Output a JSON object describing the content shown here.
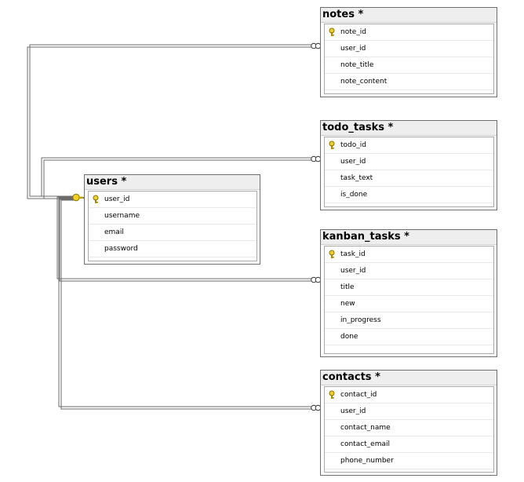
{
  "colors": {
    "line": "#6b6b6b",
    "header_bg": "#eeeeee",
    "key_icon": "#c8a100"
  },
  "tables": {
    "notes": {
      "title": "notes *",
      "columns": [
        {
          "name": "note_id",
          "key": true
        },
        {
          "name": "user_id",
          "key": false
        },
        {
          "name": "note_title",
          "key": false
        },
        {
          "name": "note_content",
          "key": false
        }
      ]
    },
    "todo_tasks": {
      "title": "todo_tasks *",
      "columns": [
        {
          "name": "todo_id",
          "key": true
        },
        {
          "name": "user_id",
          "key": false
        },
        {
          "name": "task_text",
          "key": false
        },
        {
          "name": "is_done",
          "key": false
        }
      ]
    },
    "users": {
      "title": "users *",
      "columns": [
        {
          "name": "user_id",
          "key": true
        },
        {
          "name": "username",
          "key": false
        },
        {
          "name": "email",
          "key": false
        },
        {
          "name": "password",
          "key": false
        }
      ]
    },
    "kanban_tasks": {
      "title": "kanban_tasks *",
      "columns": [
        {
          "name": "task_id",
          "key": true
        },
        {
          "name": "user_id",
          "key": false
        },
        {
          "name": "title",
          "key": false
        },
        {
          "name": "new",
          "key": false
        },
        {
          "name": "in_progress",
          "key": false
        },
        {
          "name": "done",
          "key": false
        }
      ]
    },
    "contacts": {
      "title": "contacts *",
      "columns": [
        {
          "name": "contact_id",
          "key": true
        },
        {
          "name": "user_id",
          "key": false
        },
        {
          "name": "contact_name",
          "key": false
        },
        {
          "name": "contact_email",
          "key": false
        },
        {
          "name": "phone_number",
          "key": false
        }
      ]
    }
  },
  "relationships": [
    {
      "from": "users.user_id",
      "to": "notes.user_id",
      "one_end": "key-icon",
      "many_end": "infinity-icon"
    },
    {
      "from": "users.user_id",
      "to": "todo_tasks.user_id",
      "one_end": "key-icon",
      "many_end": "infinity-icon"
    },
    {
      "from": "users.user_id",
      "to": "kanban_tasks.user_id",
      "one_end": "key-icon",
      "many_end": "infinity-icon"
    },
    {
      "from": "users.user_id",
      "to": "contacts.user_id",
      "one_end": "key-icon",
      "many_end": "infinity-icon"
    }
  ]
}
